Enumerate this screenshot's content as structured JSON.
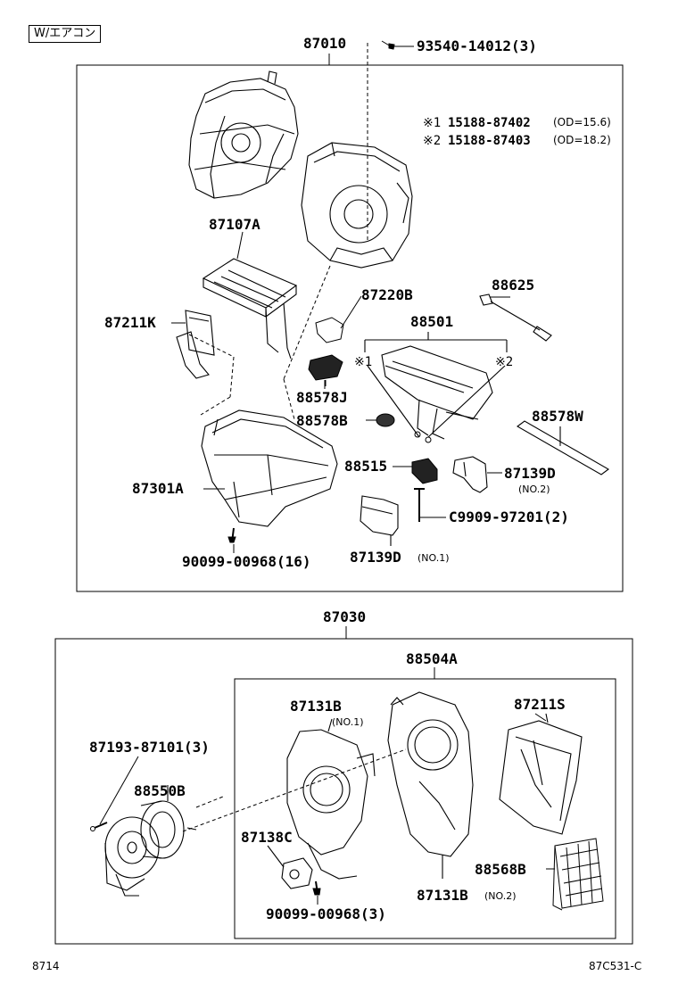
{
  "condition_label": "W/エアコン",
  "groups": {
    "unit_assy": "87010",
    "blower_assy": "87030",
    "case_sub": "88504A"
  },
  "parts": {
    "p93540": "93540-14012(3)",
    "p87107A": "87107A",
    "p87220B": "87220B",
    "p88625": "88625",
    "p88501": "88501",
    "p87211K": "87211K",
    "p88578J": "88578J",
    "p88578B": "88578B",
    "p88578W": "88578W",
    "p88515": "88515",
    "p87139D_2": "87139D",
    "p87301A": "87301A",
    "pC9909": "C9909-97201(2)",
    "p90099_16": "90099-00968(16)",
    "p87139D_1": "87139D",
    "p87131B_1": "87131B",
    "p87211S": "87211S",
    "p87193": "87193-87101(3)",
    "p88550B": "88550B",
    "p87138C": "87138C",
    "p88568B": "88568B",
    "p87131B_2": "87131B",
    "p90099_3": "90099-00968(3)"
  },
  "sub_notes": {
    "no2_87139D": "(NO.2)",
    "no1_87139D": "(NO.1)",
    "no1_87131B": "(NO.1)",
    "no2_87131B": "(NO.2)"
  },
  "markers": {
    "m1": "※1",
    "m2": "※2"
  },
  "notes": {
    "n1_mark": "※1",
    "n1_part": "15188-87402",
    "n1_spec": "(OD=15.6)",
    "n2_mark": "※2",
    "n2_part": "15188-87403",
    "n2_spec": "(OD=18.2)"
  },
  "footer": {
    "left": "8714",
    "right": "87C531-C"
  }
}
